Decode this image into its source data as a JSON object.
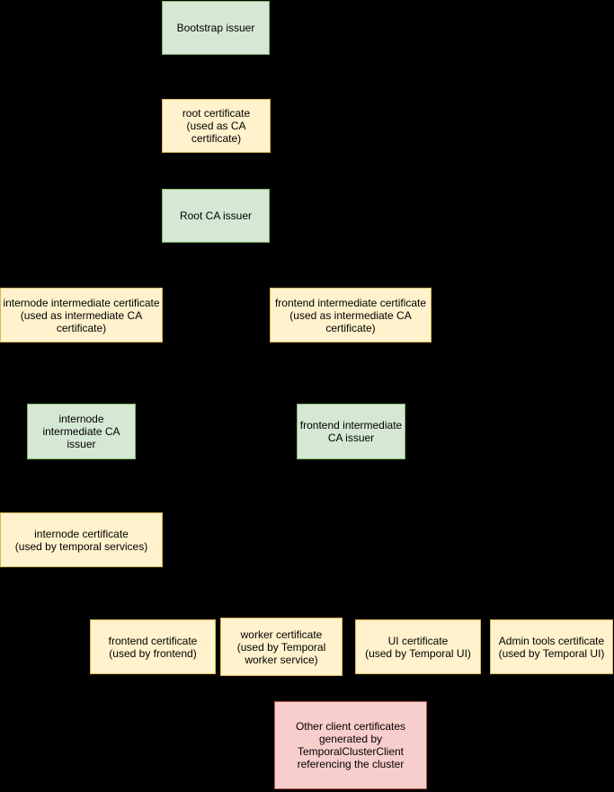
{
  "diagram": {
    "colors": {
      "background": "#000000",
      "issuer_fill": "#d5e8d4",
      "issuer_border": "#82b366",
      "certificate_fill": "#fff2cc",
      "certificate_border": "#d6b656",
      "client_fill": "#f8cecc",
      "client_border": "#b85450",
      "text": "#000000"
    },
    "nodes": [
      {
        "id": "bootstrap-issuer",
        "kind": "issuer",
        "label": [
          "Bootstrap issuer"
        ]
      },
      {
        "id": "root-certificate",
        "kind": "certificate",
        "label": [
          "root certificate",
          "(used as CA",
          "certificate)"
        ]
      },
      {
        "id": "root-ca-issuer",
        "kind": "issuer",
        "label": [
          "Root CA issuer"
        ]
      },
      {
        "id": "internode-intermediate-certificate",
        "kind": "certificate",
        "label": [
          "internode intermediate certificate",
          "(used as intermediate CA",
          "certificate)"
        ]
      },
      {
        "id": "frontend-intermediate-certificate",
        "kind": "certificate",
        "label": [
          "frontend intermediate certificate",
          "(used as intermediate CA",
          "certificate)"
        ]
      },
      {
        "id": "internode-intermediate-ca-issuer",
        "kind": "issuer",
        "label": [
          "internode",
          "intermediate CA",
          "issuer"
        ]
      },
      {
        "id": "frontend-intermediate-ca-issuer",
        "kind": "issuer",
        "label": [
          "frontend intermediate",
          "CA issuer"
        ]
      },
      {
        "id": "internode-certificate",
        "kind": "certificate",
        "label": [
          "internode certificate",
          "(used by temporal services)"
        ]
      },
      {
        "id": "frontend-certificate",
        "kind": "certificate",
        "label": [
          "frontend certificate",
          "(used by frontend)"
        ]
      },
      {
        "id": "worker-certificate",
        "kind": "certificate",
        "label": [
          "worker certificate",
          "(used by Temporal",
          "worker service)"
        ]
      },
      {
        "id": "ui-certificate",
        "kind": "certificate",
        "label": [
          "UI certificate",
          "(used by Temporal UI)"
        ]
      },
      {
        "id": "admin-tools-certificate",
        "kind": "certificate",
        "label": [
          "Admin tools certificate",
          "(used by Temporal UI)"
        ]
      },
      {
        "id": "other-client-certificates",
        "kind": "client",
        "label": [
          "Other client certificates",
          "generated by",
          "TemporalClusterClient",
          "referencing the cluster"
        ]
      }
    ]
  }
}
